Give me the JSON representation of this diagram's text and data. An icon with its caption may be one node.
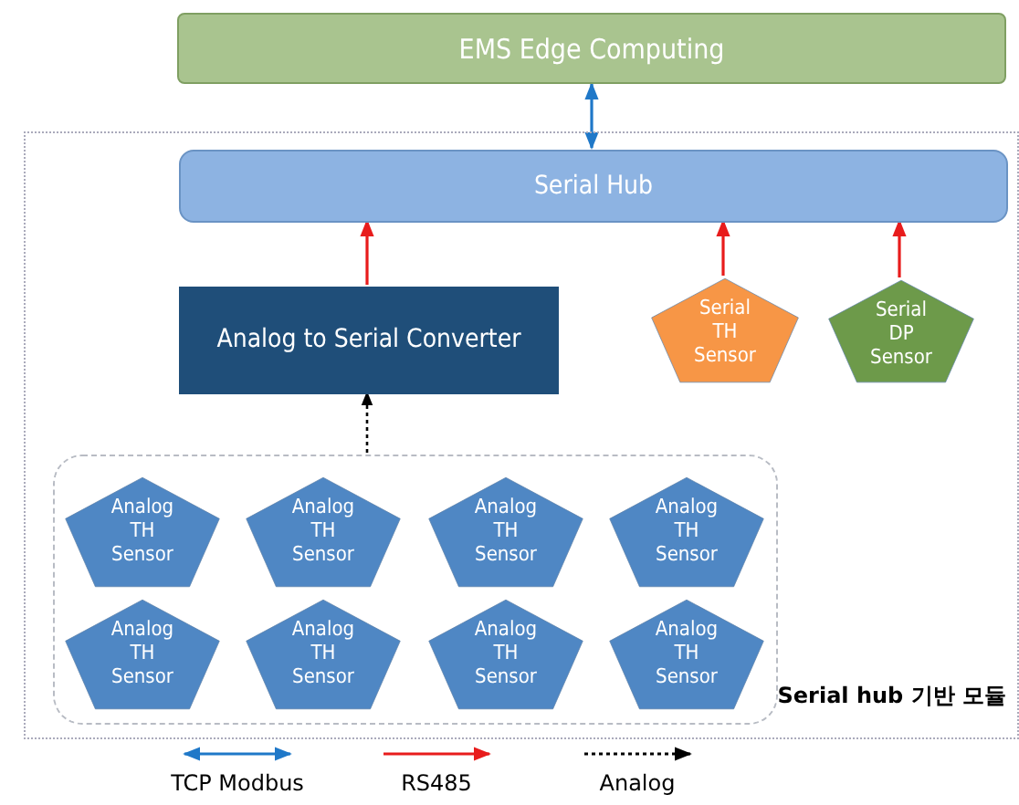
{
  "diagram": {
    "nodes": [
      {
        "text": [
          "EMS Edge Computing"
        ]
      },
      {
        "text": [
          "Serial hub 기반 모듈"
        ]
      },
      {
        "text": [
          "Serial Hub"
        ],
        "in": 1
      },
      {
        "text": [
          "Analog to Serial Converter"
        ],
        "in": 1
      },
      {
        "text": [
          "Serial TH Sensor"
        ],
        "in": 1
      },
      {
        "text": [
          "Serial DP Sensor"
        ],
        "in": 1
      },
      {
        "text": [],
        "shape": "box",
        "in": 1
      },
      {
        "text": [
          "Analog TH Sensor"
        ],
        "in": 6
      },
      {
        "text": [
          "Analog TH Sensor"
        ],
        "in": 6
      },
      {
        "text": [
          "Analog TH Sensor"
        ],
        "in": 6
      },
      {
        "text": [
          "Analog TH Sensor"
        ],
        "in": 6
      },
      {
        "text": [
          "Analog TH Sensor"
        ],
        "in": 6
      },
      {
        "text": [
          "Analog TH Sensor"
        ],
        "in": 6
      },
      {
        "text": [
          "Analog TH Sensor"
        ],
        "in": 6
      },
      {
        "text": [
          "Analog TH Sensor"
        ],
        "in": 6
      }
    ],
    "edges": [
      {
        "from": 0,
        "to": 2,
        "arrow": "both",
        "color": "#1f78c8"
      },
      {
        "from": 3,
        "to": 2,
        "arrow": "to"
      },
      {
        "from": 4,
        "to": 2,
        "arrow": "to"
      },
      {
        "from": 5,
        "to": 2,
        "arrow": "to"
      },
      {
        "from": 6,
        "to": 3,
        "arrow": "to",
        "style": "dashed",
        "color": "#000000"
      }
    ],
    "legend": [
      {
        "text": "TCP Modbus"
      },
      {
        "text": "RS485"
      },
      {
        "text": "Analog"
      }
    ]
  }
}
